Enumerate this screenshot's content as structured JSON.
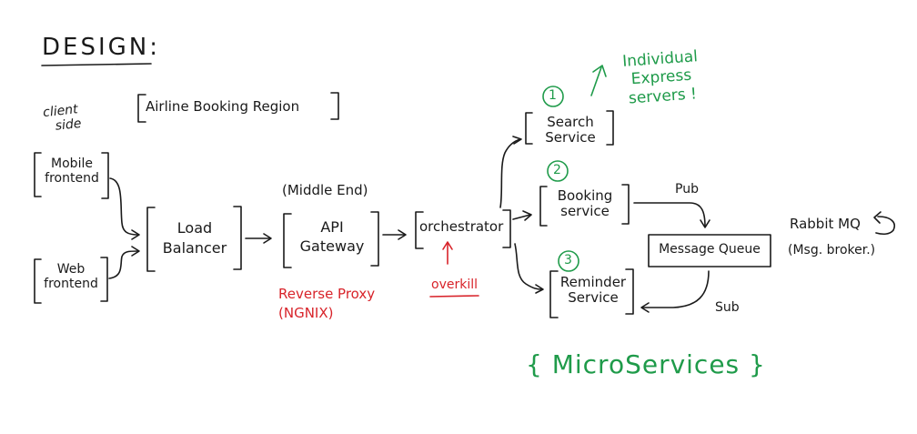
{
  "title": "DESIGN:",
  "client_side": [
    "client",
    "side"
  ],
  "region": "Airline Booking Region",
  "nodes": {
    "mobile": [
      "Mobile",
      "frontend"
    ],
    "web": [
      "Web",
      "frontend"
    ],
    "load_balancer": [
      "Load",
      "Balancer"
    ],
    "api_gateway": [
      "API",
      "Gateway"
    ],
    "orchestrator": "orchestrator",
    "search": [
      "Search",
      "Service"
    ],
    "booking": [
      "Booking",
      "service"
    ],
    "reminder": [
      "Reminder",
      "Service"
    ],
    "message_queue": "Message Queue"
  },
  "labels": {
    "middle_end": "(Middle End)",
    "reverse_proxy": [
      "Reverse Proxy",
      "(NGNIX)"
    ],
    "overkill": "overkill",
    "individual": [
      "Individual",
      "Express",
      "servers !"
    ],
    "rabbit": "Rabbit MQ",
    "broker": "(Msg. broker.)",
    "pub": "Pub",
    "sub": "Sub",
    "microservices": "{ MicroServices }",
    "num1": "1",
    "num2": "2",
    "num3": "3"
  },
  "colors": {
    "ink": "#1a1a1a",
    "red": "#d8232a",
    "green": "#1f9b4a"
  }
}
